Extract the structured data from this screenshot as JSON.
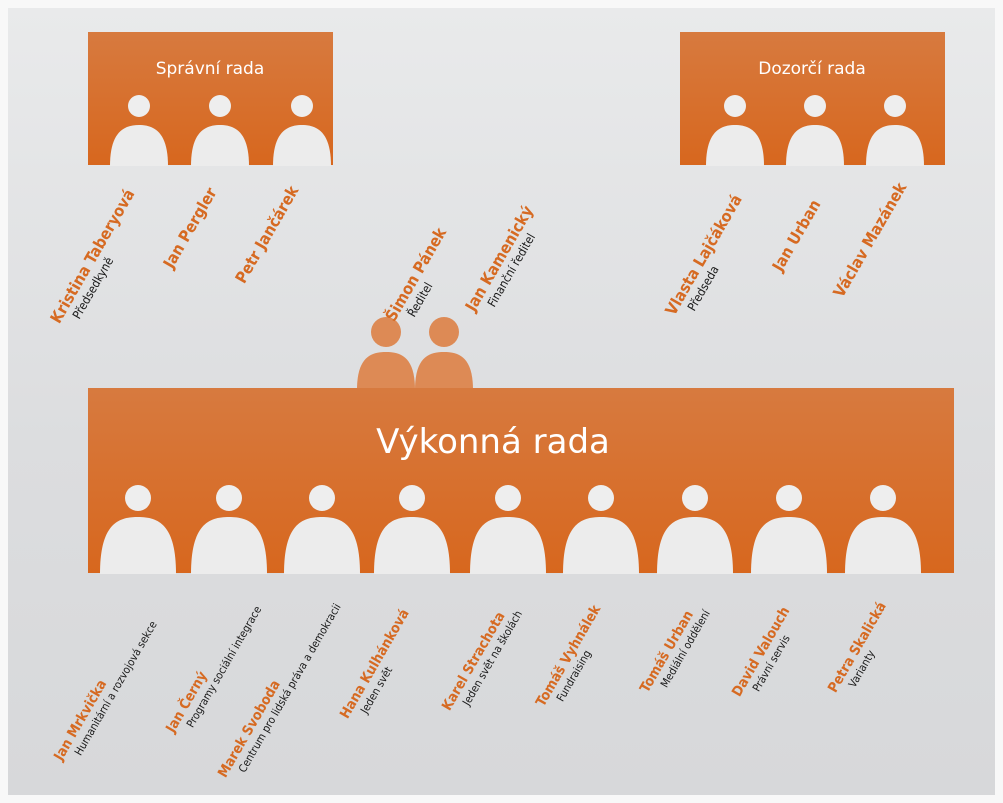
{
  "colors": {
    "board_top": "#d77a3f",
    "board_bottom": "#d7671e",
    "circle": "#eeeeee",
    "arch": "#ececec",
    "leader": "#dd8a55",
    "name": "#d66a22",
    "role": "#1a1a1a"
  },
  "spravni_rada": {
    "title": "Správní rada",
    "members": [
      {
        "name": "Kristina Taberyová",
        "role": "Předsedkyně"
      },
      {
        "name": "Jan Pergler",
        "role": ""
      },
      {
        "name": "Petr Jančárek",
        "role": ""
      }
    ]
  },
  "dozorci_rada": {
    "title": "Dozorčí rada",
    "members": [
      {
        "name": "Vlasta Lajčáková",
        "role": "Předseda"
      },
      {
        "name": "Jan Urban",
        "role": ""
      },
      {
        "name": "Václav Mazánek",
        "role": ""
      }
    ]
  },
  "leaders": [
    {
      "name": "Šimon Pánek",
      "role": "Ředitel"
    },
    {
      "name": "Jan Kamenický",
      "role": "Finanční ředitel"
    }
  ],
  "vykonna_rada": {
    "title": "Výkonná rada",
    "members": [
      {
        "name": "Jan Mrkvička",
        "role": "Humanitární a rozvojová sekce"
      },
      {
        "name": "Jan Černý",
        "role": "Programy sociální integrace"
      },
      {
        "name": "Marek Svoboda",
        "role": "Centrum pro lidská práva a demokracii"
      },
      {
        "name": "Hana Kulhánková",
        "role": "Jeden svět"
      },
      {
        "name": "Karel Strachota",
        "role": "Jeden svět na školách"
      },
      {
        "name": "Tomáš Vyhnálek",
        "role": "Fundraising"
      },
      {
        "name": "Tomáš Urban",
        "role": "Mediální oddělení"
      },
      {
        "name": "David Valouch",
        "role": "Právní servis"
      },
      {
        "name": "Petra Skalická",
        "role": "Varianty"
      }
    ]
  }
}
